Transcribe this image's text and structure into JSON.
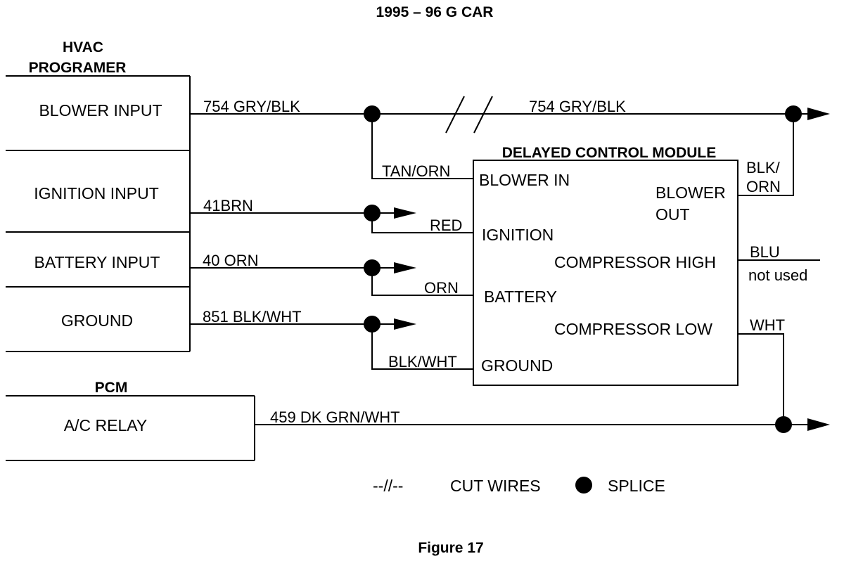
{
  "title": "1995 – 96  G CAR",
  "caption": "Figure 17",
  "programmer": {
    "header_line1": "HVAC",
    "header_line2": "PROGRAMER",
    "rows": [
      "BLOWER INPUT",
      "IGNITION INPUT",
      "BATTERY INPUT",
      "GROUND"
    ]
  },
  "pcm": {
    "header": "PCM",
    "row": "A/C RELAY"
  },
  "module": {
    "title": "DELAYED CONTROL MODULE",
    "pins": {
      "blower_in": "BLOWER IN",
      "ignition": "IGNITION",
      "battery": "BATTERY",
      "ground": "GROUND",
      "blower_out_1": "BLOWER",
      "blower_out_2": "OUT",
      "compressor_high": "COMPRESSOR HIGH",
      "compressor_low": "COMPRESSOR LOW"
    }
  },
  "wires": {
    "blower_left": "754 GRY/BLK",
    "blower_right": "754 GRY/BLK",
    "ignition": "41BRN",
    "battery": "40 ORN",
    "ground": "851 BLK/WHT",
    "tan_orn": "TAN/ORN",
    "red": "RED",
    "orn": "ORN",
    "blk_wht": "BLK/WHT",
    "blk_orn_1": "BLK/",
    "blk_orn_2": "ORN",
    "blu": "BLU",
    "not_used": "not used",
    "wht": "WHT",
    "ac_relay": "459  DK GRN/WHT"
  },
  "legend": {
    "cut_symbol": "--//--",
    "cut_label": "CUT WIRES",
    "splice_label": "SPLICE"
  }
}
